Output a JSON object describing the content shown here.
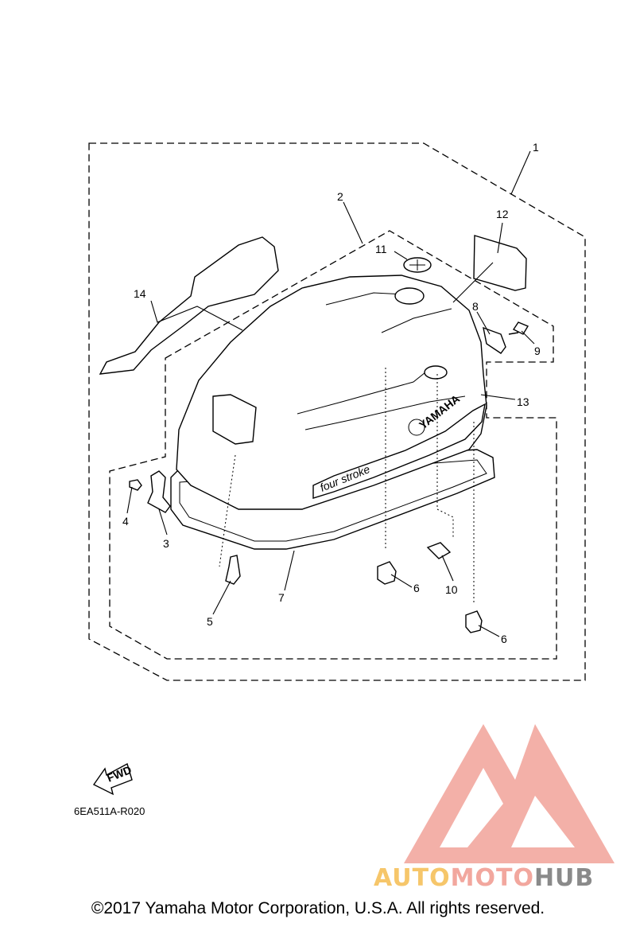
{
  "callouts": {
    "c1": "1",
    "c2": "2",
    "c3": "3",
    "c4": "4",
    "c5": "5",
    "c6a": "6",
    "c6b": "6",
    "c7": "7",
    "c8": "8",
    "c9": "9",
    "c10": "10",
    "c11": "11",
    "c12": "12",
    "c13": "13",
    "c14": "14"
  },
  "cowling": {
    "brand": "YAMAHA",
    "model_text": "four stroke"
  },
  "fwd_arrow": "FWD",
  "diagram_code": "6EA511A-R020",
  "copyright": "©2017 Yamaha Motor Corporation, U.S.A. All rights reserved.",
  "watermark": {
    "part1": "AUTO",
    "part2": "MOTO",
    "part3": "HUB"
  },
  "colors": {
    "watermark_red": "#f2a79e",
    "watermark_yellow": "#f6c66a",
    "watermark_gray": "#8a8a8a"
  }
}
